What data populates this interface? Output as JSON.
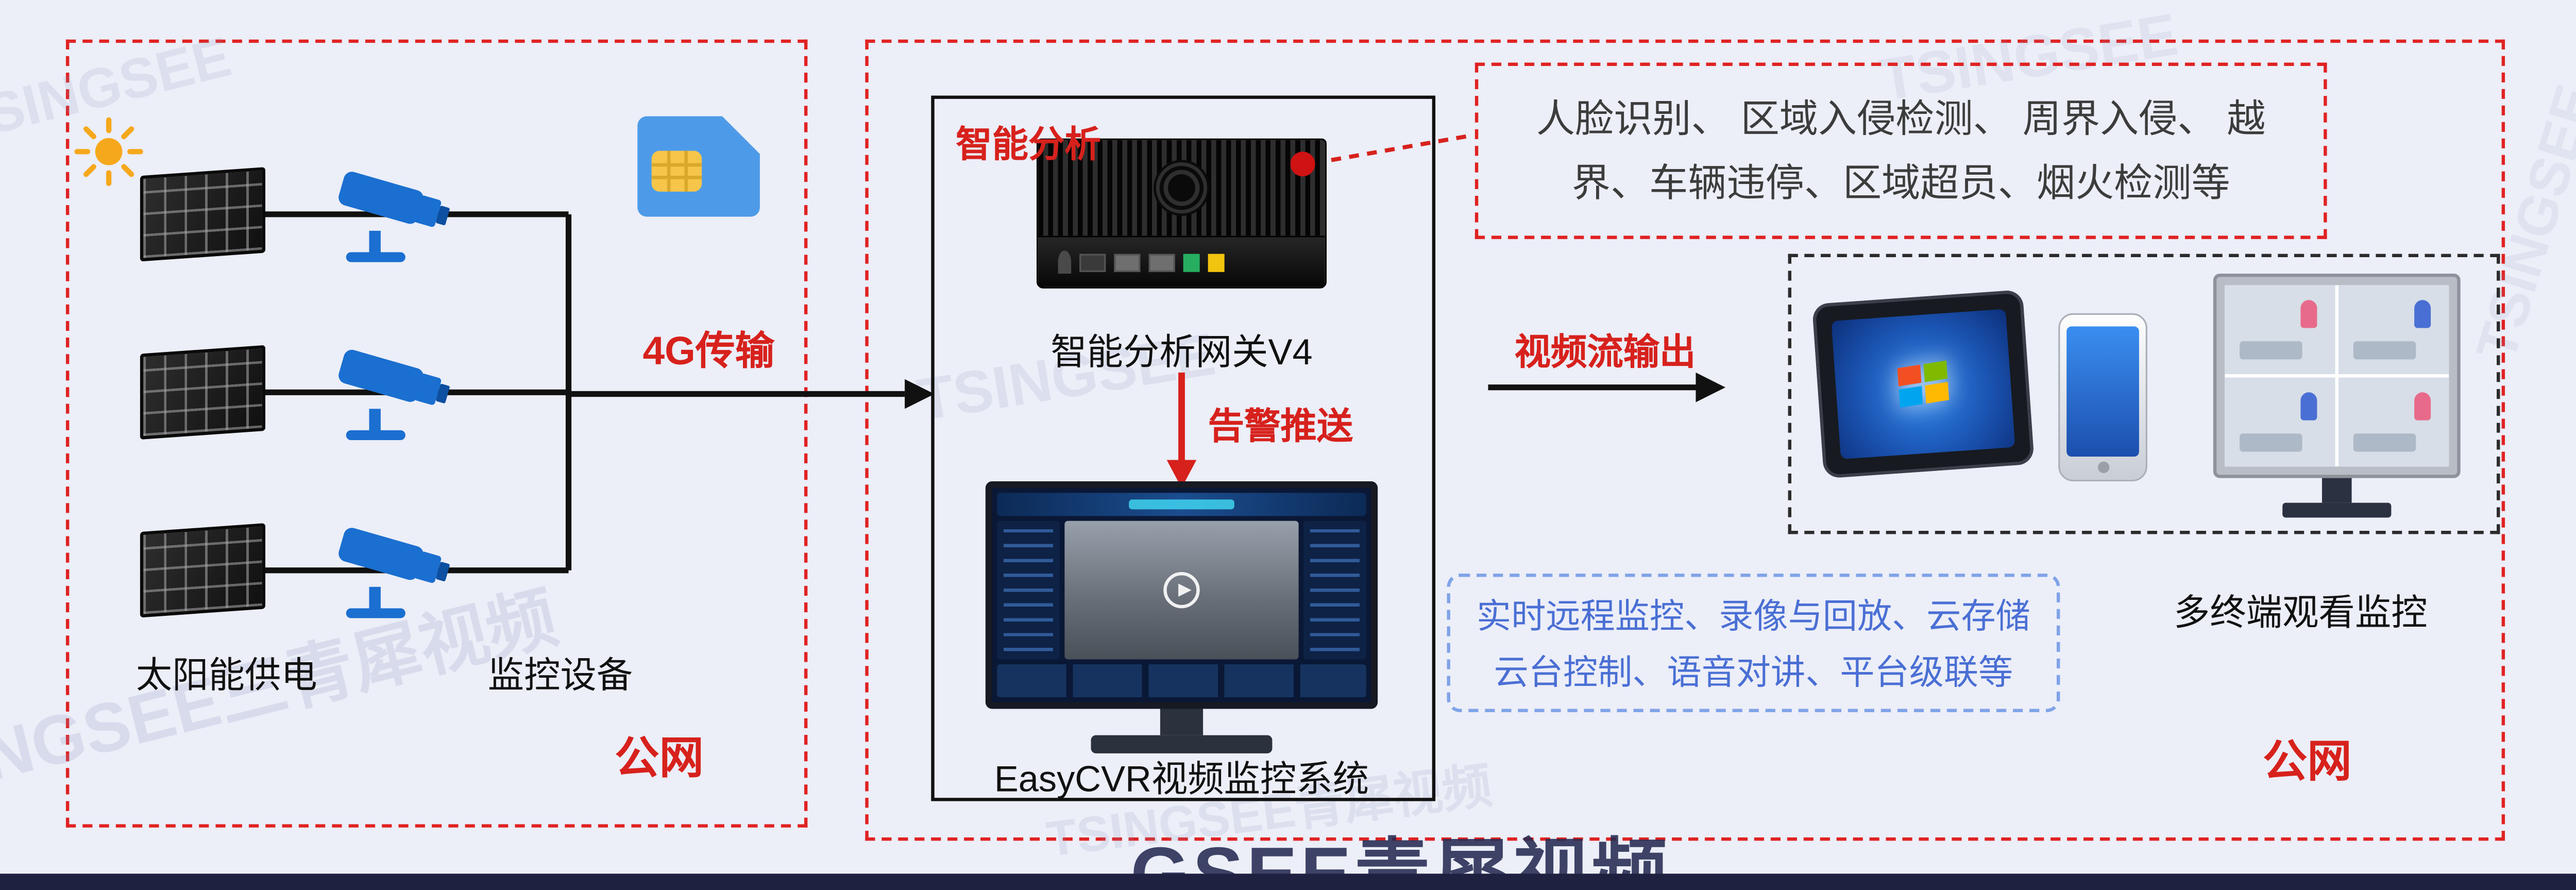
{
  "colors": {
    "background": "#ECEEF8",
    "red_accent": "#D7211C",
    "blue_text": "#4A6FD4",
    "camera_blue": "#1A6FD0",
    "sim_blue": "#4D9BE8",
    "chip_yellow": "#F6C54A",
    "sun_orange": "#F6A81C"
  },
  "watermarks": [
    "TSINGSEE",
    "SINGSEE三青犀视频",
    "TSINGSEE",
    "TSINGSEE青犀视频",
    "TSINGSEE",
    "TSINGSEE",
    "GSEE青犀视频"
  ],
  "power_zone": {
    "solar_label": "太阳能供电",
    "devices_label": "监控设备",
    "network_label": "公网"
  },
  "links": {
    "transmission_label": "4G传输",
    "alarm_label": "告警推送",
    "output_label": "视频流输出"
  },
  "gateway": {
    "analysis_label": "智能分析",
    "device_label": "智能分析网关V4",
    "platform_label": "EasyCVR视频监控系统"
  },
  "ai_features": {
    "text": "人脸识别、 区域入侵检测、 周界入侵、 越界、车辆违停、区域超员、烟火检测等"
  },
  "capabilities": {
    "line1": "实时远程监控、录像与回放、云存储",
    "line2": "云台控制、语音对讲、平台级联等"
  },
  "terminals": {
    "label": "多终端观看监控",
    "network_label": "公网"
  }
}
